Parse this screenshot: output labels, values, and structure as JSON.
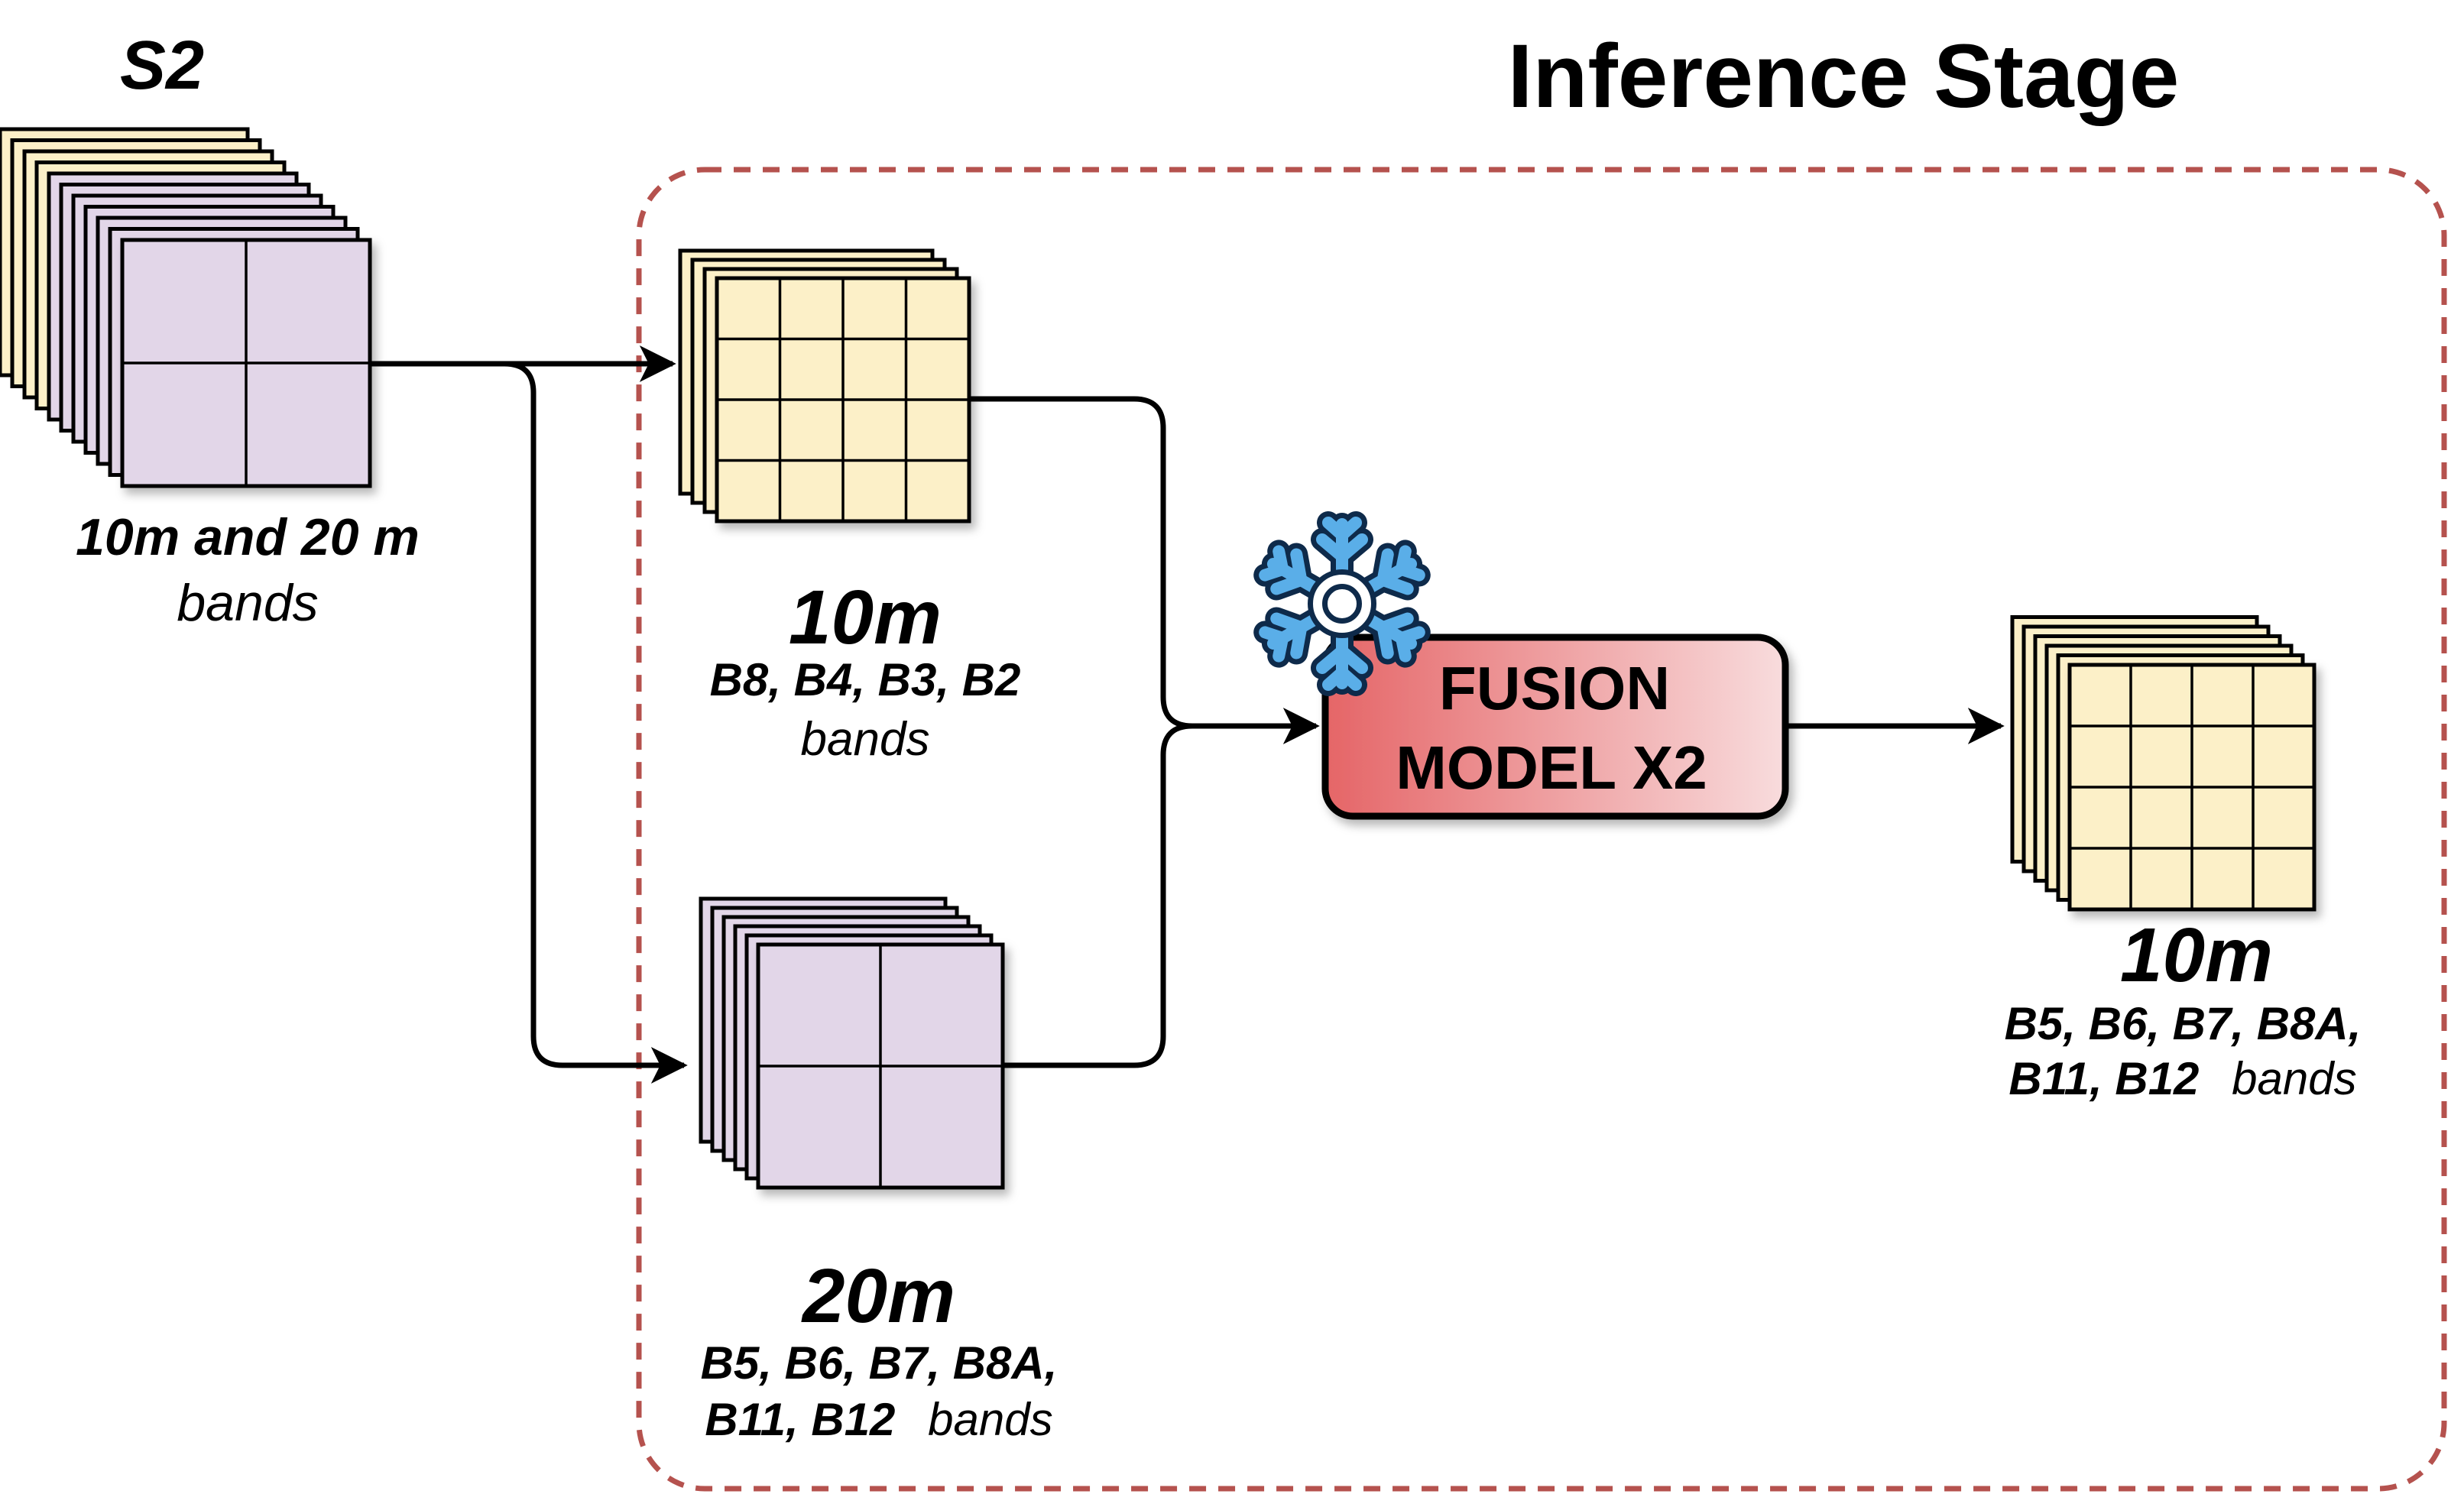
{
  "title": "Inference Stage",
  "input": {
    "name": "S2",
    "line1": "10m and 20 m",
    "line2": "bands"
  },
  "branch_10m": {
    "res": "10m",
    "bands": "B8, B4, B3, B2",
    "suffix": "bands"
  },
  "branch_20m": {
    "res": "20m",
    "bands_line1": "B5, B6, B7, B8A,",
    "bands_line2": "B11, B12",
    "suffix": "bands"
  },
  "model": {
    "line1": "FUSION",
    "line2": "MODEL X2",
    "icon": "snowflake-icon"
  },
  "output": {
    "res": "10m",
    "bands_line1": "B5, B6, B7, B8A,",
    "bands_line2": "B11, B12",
    "suffix": "bands"
  },
  "colors": {
    "stage_border": "#b5524e",
    "fine_layer": "#fcf0c8",
    "coarse_layer": "#e2d6e8",
    "model_fill_start": "#e56567",
    "model_fill_end": "#f8dcdd",
    "snowflake": "#5aaee8",
    "stroke": "#000000"
  }
}
